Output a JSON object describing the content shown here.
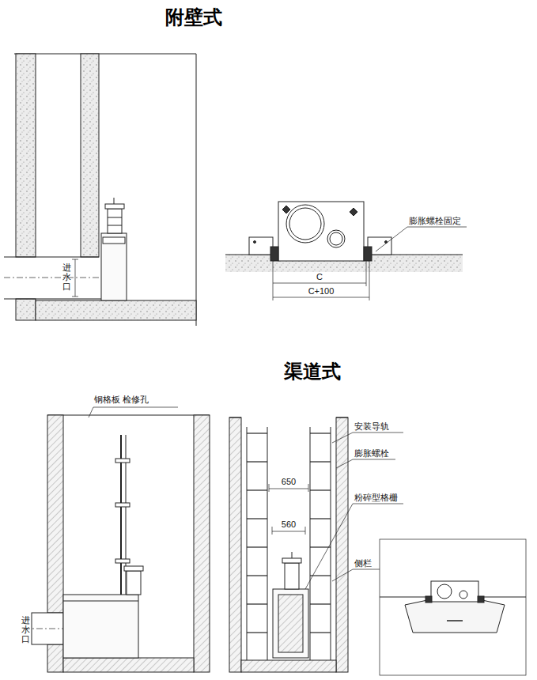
{
  "diagram": {
    "labels": [
      "附壁式",
      "进水口",
      "膨胀螺栓固定",
      "C",
      "C+100",
      "渠道式",
      "钢格板 检修孔",
      "进水口",
      "安装导轨",
      "膨胀螺栓",
      "粉碎型格栅",
      "侧栏",
      "650",
      "560"
    ]
  }
}
